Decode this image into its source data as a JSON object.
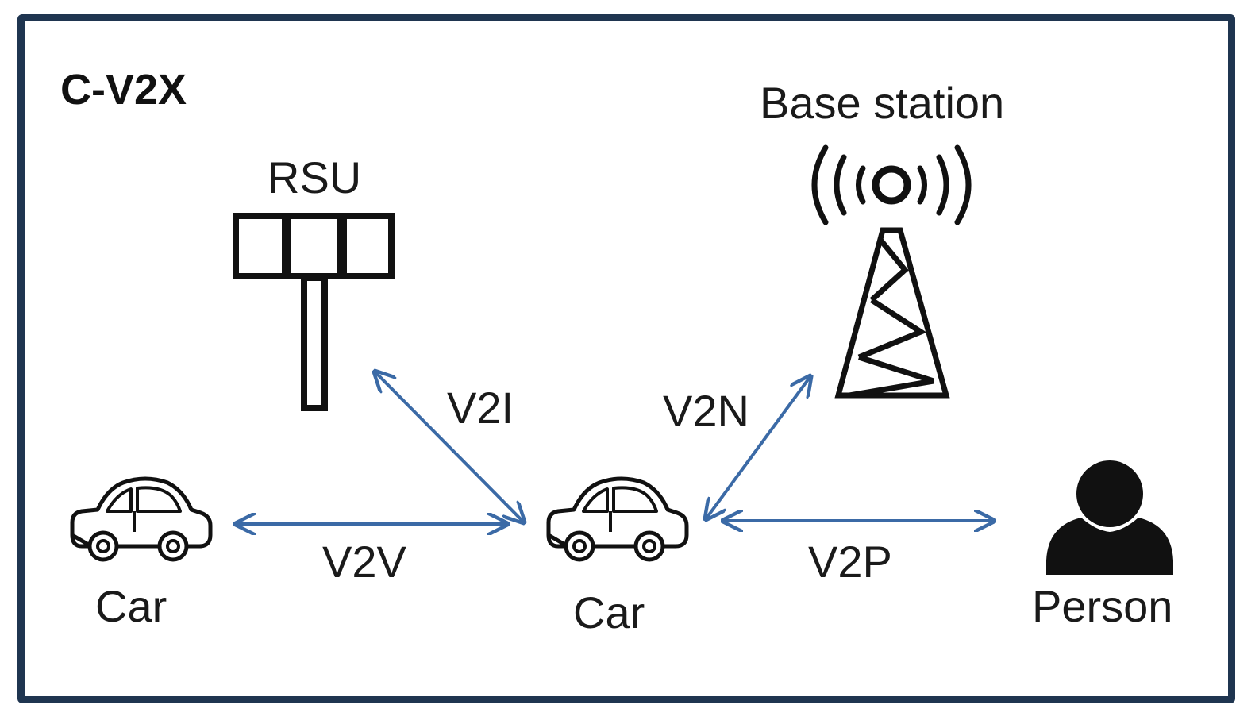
{
  "title": "C-V2X",
  "nodes": {
    "rsu": "RSU",
    "base_station": "Base station",
    "car_left": "Car",
    "car_center": "Car",
    "person": "Person"
  },
  "links": {
    "v2v": "V2V",
    "v2i": "V2I",
    "v2n": "V2N",
    "v2p": "V2P"
  },
  "colors": {
    "frame": "#1f3550",
    "arrow": "#3b6aa6",
    "icon": "#111111"
  },
  "icons": {
    "rsu": "rsu-icon",
    "base_station": "cell-tower-icon",
    "car": "car-icon",
    "person": "person-icon"
  }
}
